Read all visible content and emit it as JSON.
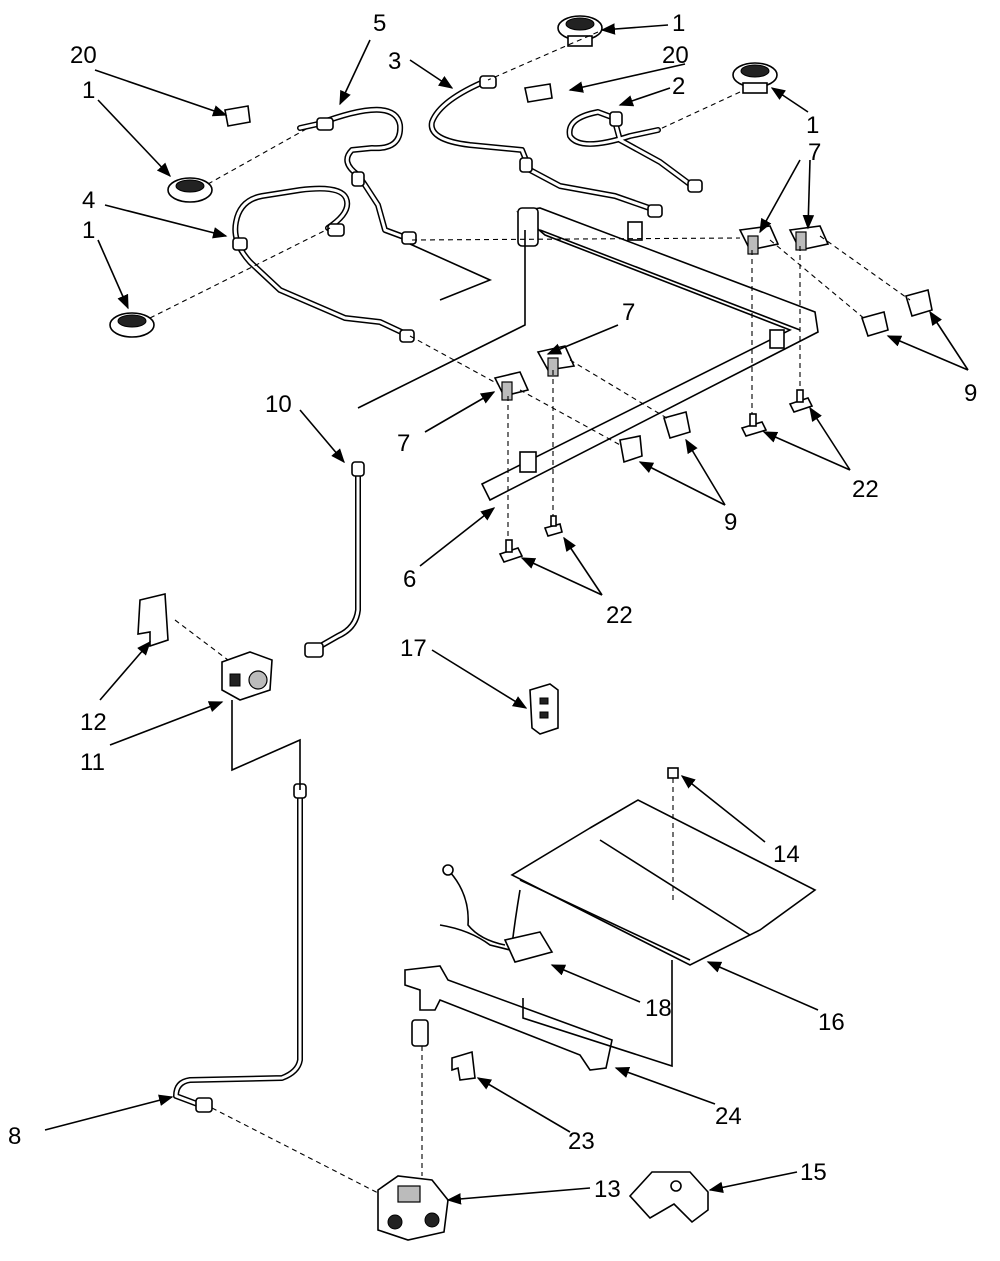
{
  "diagram": {
    "callouts": [
      {
        "id": "c1a",
        "text": "1"
      },
      {
        "id": "c1b",
        "text": "1"
      },
      {
        "id": "c1c",
        "text": "1"
      },
      {
        "id": "c1d",
        "text": "1"
      },
      {
        "id": "c2",
        "text": "2"
      },
      {
        "id": "c3",
        "text": "3"
      },
      {
        "id": "c4",
        "text": "4"
      },
      {
        "id": "c5",
        "text": "5"
      },
      {
        "id": "c6",
        "text": "6"
      },
      {
        "id": "c7a",
        "text": "7"
      },
      {
        "id": "c7b",
        "text": "7"
      },
      {
        "id": "c7c",
        "text": "7"
      },
      {
        "id": "c8",
        "text": "8"
      },
      {
        "id": "c9a",
        "text": "9"
      },
      {
        "id": "c9b",
        "text": "9"
      },
      {
        "id": "c10",
        "text": "10"
      },
      {
        "id": "c11",
        "text": "11"
      },
      {
        "id": "c12",
        "text": "12"
      },
      {
        "id": "c13",
        "text": "13"
      },
      {
        "id": "c14",
        "text": "14"
      },
      {
        "id": "c15",
        "text": "15"
      },
      {
        "id": "c16",
        "text": "16"
      },
      {
        "id": "c17",
        "text": "17"
      },
      {
        "id": "c18",
        "text": "18"
      },
      {
        "id": "c20a",
        "text": "20"
      },
      {
        "id": "c20b",
        "text": "20"
      },
      {
        "id": "c22a",
        "text": "22"
      },
      {
        "id": "c22b",
        "text": "22"
      },
      {
        "id": "c23",
        "text": "23"
      },
      {
        "id": "c24",
        "text": "24"
      }
    ]
  }
}
